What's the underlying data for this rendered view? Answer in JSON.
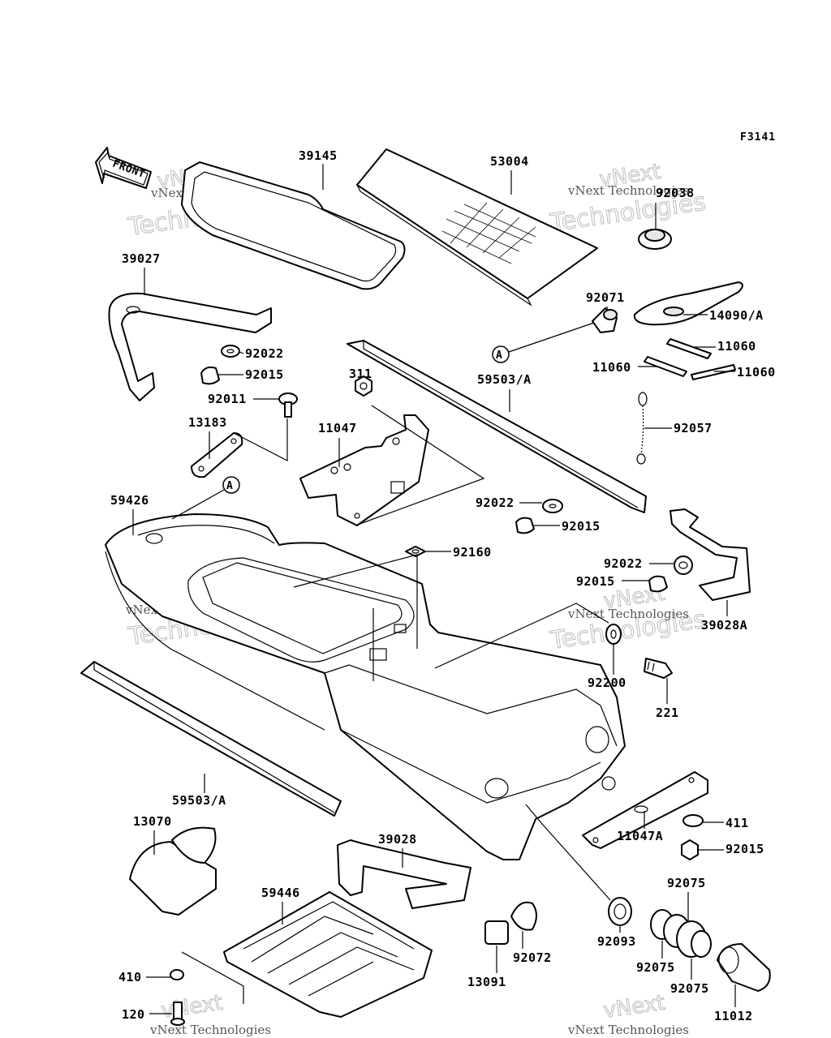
{
  "diagram": {
    "ref_code": "F3141",
    "front_label": "FRONT",
    "callout_letter": "A",
    "watermark_lines": [
      "vNext",
      "Technologies",
      "vNext Technologies"
    ],
    "labels": [
      {
        "id": "39145",
        "text": "39145"
      },
      {
        "id": "53004",
        "text": "53004"
      },
      {
        "id": "92038",
        "text": "92038"
      },
      {
        "id": "39027",
        "text": "39027"
      },
      {
        "id": "92071",
        "text": "92071"
      },
      {
        "id": "14090A",
        "text": "14090/A"
      },
      {
        "id": "92022a",
        "text": "92022"
      },
      {
        "id": "92015a",
        "text": "92015"
      },
      {
        "id": "11060a",
        "text": "11060"
      },
      {
        "id": "11060b",
        "text": "11060"
      },
      {
        "id": "11060c",
        "text": "11060"
      },
      {
        "id": "311",
        "text": "311"
      },
      {
        "id": "59503Aa",
        "text": "59503/A"
      },
      {
        "id": "92011",
        "text": "92011"
      },
      {
        "id": "13183",
        "text": "13183"
      },
      {
        "id": "11047",
        "text": "11047"
      },
      {
        "id": "92057",
        "text": "92057"
      },
      {
        "id": "59426",
        "text": "59426"
      },
      {
        "id": "92022b",
        "text": "92022"
      },
      {
        "id": "92015b",
        "text": "92015"
      },
      {
        "id": "92160",
        "text": "92160"
      },
      {
        "id": "92022c",
        "text": "92022"
      },
      {
        "id": "92015c",
        "text": "92015"
      },
      {
        "id": "39028A",
        "text": "39028A"
      },
      {
        "id": "92200",
        "text": "92200"
      },
      {
        "id": "221",
        "text": "221"
      },
      {
        "id": "59503Ab",
        "text": "59503/A"
      },
      {
        "id": "13070",
        "text": "13070"
      },
      {
        "id": "39028",
        "text": "39028"
      },
      {
        "id": "411",
        "text": "411"
      },
      {
        "id": "92015d",
        "text": "92015"
      },
      {
        "id": "11047A",
        "text": "11047A"
      },
      {
        "id": "59446",
        "text": "59446"
      },
      {
        "id": "92075a",
        "text": "92075"
      },
      {
        "id": "92093",
        "text": "92093"
      },
      {
        "id": "92072",
        "text": "92072"
      },
      {
        "id": "410",
        "text": "410"
      },
      {
        "id": "13091",
        "text": "13091"
      },
      {
        "id": "92075b",
        "text": "92075"
      },
      {
        "id": "92075c",
        "text": "92075"
      },
      {
        "id": "11012",
        "text": "11012"
      },
      {
        "id": "120",
        "text": "120"
      }
    ]
  }
}
